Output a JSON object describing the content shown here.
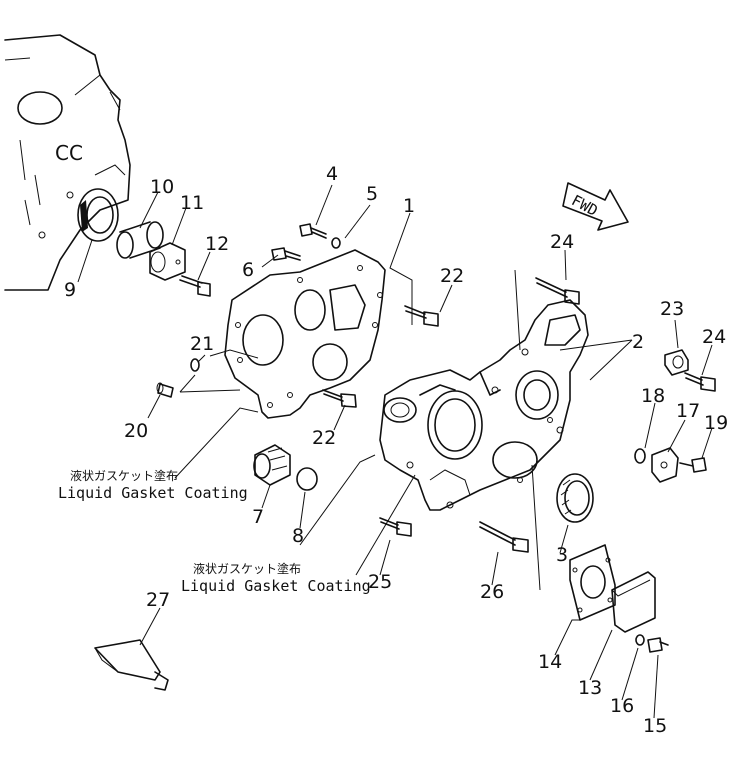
{
  "callouts": {
    "c1": "1",
    "c2": "2",
    "c3": "3",
    "c4": "4",
    "c5": "5",
    "c6": "6",
    "c7": "7",
    "c8": "8",
    "c9": "9",
    "c10": "10",
    "c11": "11",
    "c12": "12",
    "c13": "13",
    "c14": "14",
    "c15": "15",
    "c16": "16",
    "c17": "17",
    "c18": "18",
    "c19": "19",
    "c20": "20",
    "c21": "21",
    "c22a": "22",
    "c22b": "22",
    "c23": "23",
    "c24a": "24",
    "c24b": "24",
    "c25": "25",
    "c26": "26",
    "c27": "27"
  },
  "notes": {
    "note1_jp": "液状ガスケット塗布",
    "note1_en": "Liquid Gasket Coating",
    "note2_jp": "液状ガスケット塗布",
    "note2_en": "Liquid Gasket Coating"
  },
  "fwd_label": "FWD"
}
